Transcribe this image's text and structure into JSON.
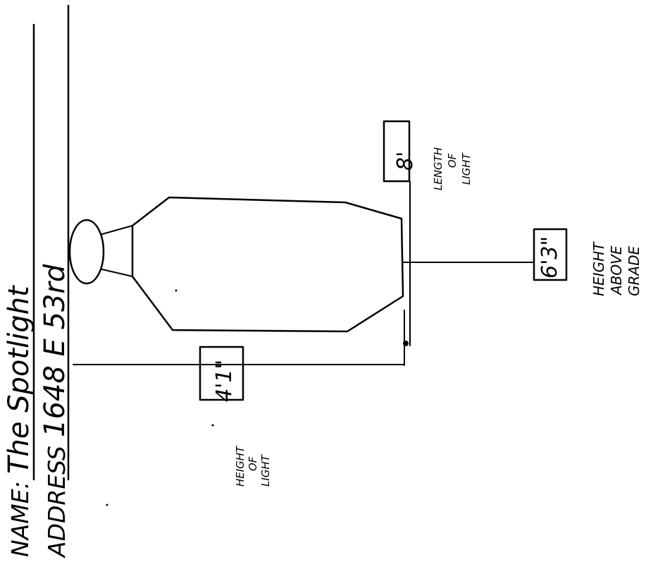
{
  "form": {
    "name_label": "NAME:",
    "address_label": "ADDRESS",
    "name_value": "The Spotlight",
    "address_value": "1648 E 53rd"
  },
  "dimensions": {
    "height_of_light": {
      "value": "4'1\"",
      "label_lines": [
        "HEIGHT",
        "OF",
        "LIGHT"
      ]
    },
    "length_of_light": {
      "value": "8'",
      "label_lines": [
        "LENGTH",
        "OF",
        "LIGHT"
      ]
    },
    "height_above_grade": {
      "value": "6'3\"",
      "label_lines": [
        "HEIGHT",
        "ABOVE",
        "GRADE"
      ]
    }
  }
}
